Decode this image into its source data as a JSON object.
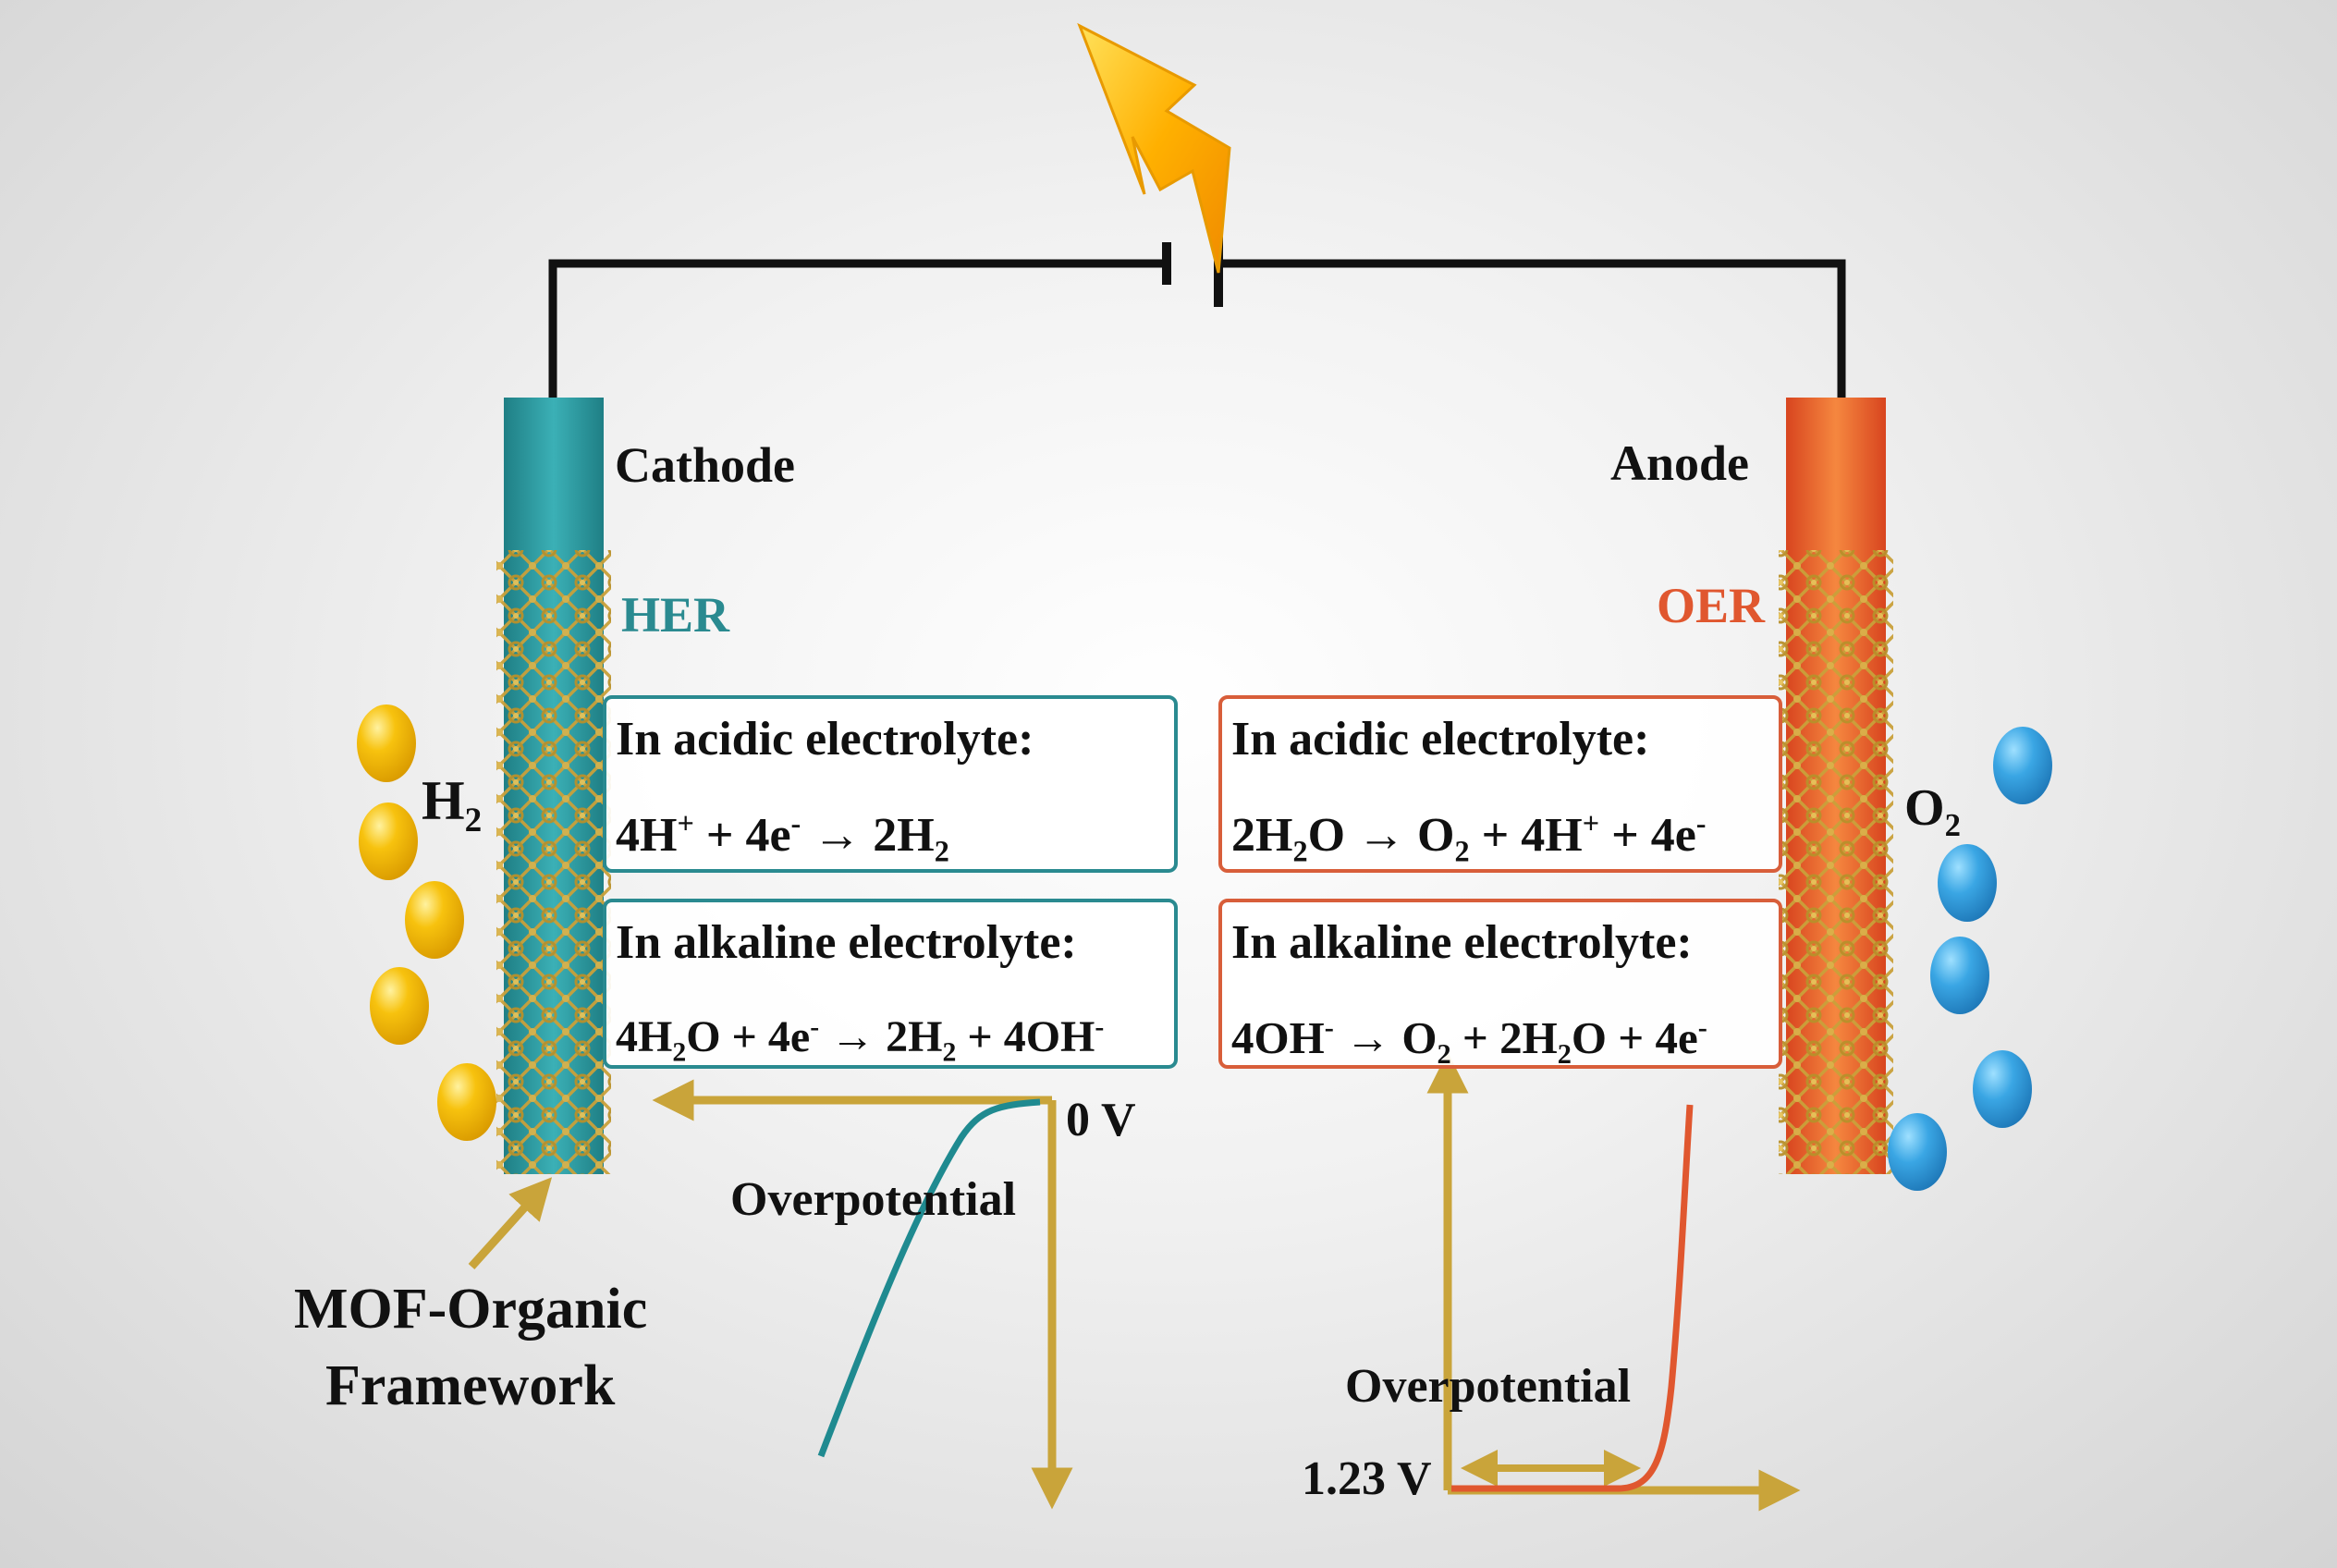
{
  "labels": {
    "cathode": "Cathode",
    "anode": "Anode",
    "her": "HER",
    "oer": "OER",
    "h2": "H2",
    "o2": "O2",
    "mof_line1": "MOF-Organic",
    "mof_line2": "Framework",
    "zero_v": "0 V",
    "onset_v": "1.23 V",
    "overpotential": "Overpotential"
  },
  "equations": {
    "her_acidic": {
      "title": "In acidic electrolyte:",
      "equation": "4H+ + 4e- → 2H2"
    },
    "her_alkaline": {
      "title": "In alkaline electrolyte:",
      "equation": "4H2O + 4e- → 2H2 + 4OH-"
    },
    "oer_acidic": {
      "title": "In acidic electrolyte:",
      "equation": "2H2O → O2 + 4H+ + 4e-"
    },
    "oer_alkaline": {
      "title": "In alkaline electrolyte:",
      "equation": "4OH- → O2 + 2H2O + 4e-"
    }
  },
  "colors": {
    "her_teal": "#2a8a90",
    "oer_orange": "#e0572f",
    "gold_arrow": "#c9a43a",
    "h2_bubble": "#f2b705",
    "o2_bubble": "#2f9ad8",
    "wire": "#111111"
  },
  "icons": [
    "lightning-bolt-icon",
    "battery-symbol-icon",
    "mof-lattice-icon"
  ]
}
